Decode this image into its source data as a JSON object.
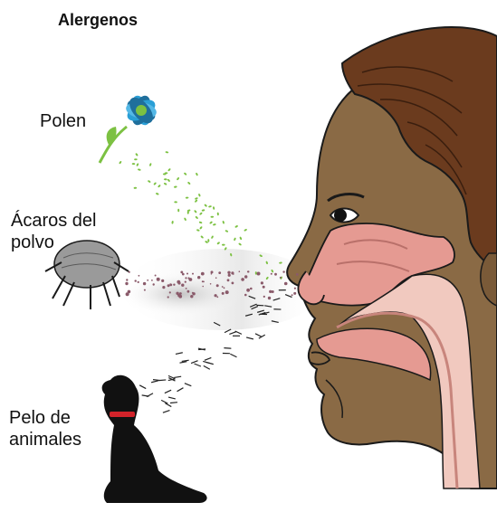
{
  "title": "Alergenos",
  "labels": {
    "pollen": "Polen",
    "dust_mites_line1": "Ácaros del",
    "dust_mites_line2": "polvo",
    "animal_hair_line1": "Pelo de",
    "animal_hair_line2": "animales"
  },
  "colors": {
    "skin": "#8a6a45",
    "hair": "#6b3b1e",
    "nasal_cavity": "#e59a92",
    "throat_light": "#f1c9bf",
    "pollen_green": "#7cc142",
    "flower_blue": "#2a9fd6",
    "mite_gray": "#9a9a9a",
    "dust_mauve": "#8a5a6a",
    "dog_black": "#111111",
    "collar_red": "#d2232a"
  },
  "icons": [
    "flower-icon",
    "dust-mite-icon",
    "dog-icon",
    "human-head-icon"
  ]
}
